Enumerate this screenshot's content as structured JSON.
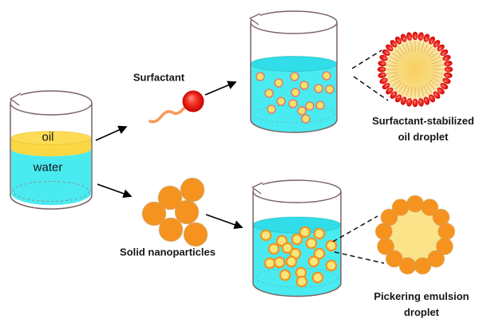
{
  "figure": {
    "type": "scientific-diagram",
    "topic": "Oil-water emulsion stabilization: surfactant vs solid nanoparticles",
    "labels": {
      "oil": "oil",
      "water": "water",
      "surfactant": "Surfactant",
      "solid_nanoparticles": "Solid nanoparticles",
      "surfactant_droplet": {
        "line1": "Surfactant-stabilized",
        "line2": "oil droplet"
      },
      "pickering_droplet": {
        "line1": "Pickering emulsion",
        "line2": "droplet"
      }
    },
    "colors": {
      "oil_yellow": "#FBD743",
      "oil_surface_yellow": "#FCDC55",
      "water_cyan": "#49EBF1",
      "water_surface_cyan": "#30DDE8",
      "beaker_outline": "#7A6363",
      "surfactant_head_red": "#E81010",
      "surfactant_tail_orange": "#F89C5E",
      "nanoparticle_orange": "#F6921E",
      "emulsion_droplet_yellow": "#F2E269",
      "emulsion_droplet_rim_pink": "#DD7F72",
      "emulsion_droplet_rim_orange": "#F6921E",
      "micelle_core_gold": "#F7CF60",
      "micelle_tail_gold": "#DFA94E",
      "pickering_core_yellow": "#FBE38A",
      "arrow_black": "#000000",
      "dashed_line_black": "#111111",
      "text_black": "#161616"
    },
    "counts": {
      "micelle_beads": 36,
      "micelle_tails": 40,
      "pickering_shell_particles": 13,
      "nanoparticle_cluster": 6,
      "top_beaker_droplets": 16,
      "bottom_beaker_droplets": 20
    },
    "icons": {
      "beaker": "beaker-icon",
      "surfactant_molecule": "head-with-wavy-tail-icon",
      "nanoparticle_cluster": "orange-spheres-cluster-icon",
      "micelle": "red-bead-ring-oil-droplet-icon",
      "pickering": "orange-particle-ring-droplet-icon",
      "arrow": "solid-black-arrow",
      "magnifier_link": "dashed-black-lines"
    },
    "flow": [
      {
        "from": "oil-water beaker",
        "via": "Surfactant",
        "to": "emulsion beaker (top)",
        "magnified_result": "Surfactant-stabilized oil droplet"
      },
      {
        "from": "oil-water beaker",
        "via": "Solid nanoparticles",
        "to": "emulsion beaker (bottom)",
        "magnified_result": "Pickering emulsion droplet"
      }
    ]
  }
}
